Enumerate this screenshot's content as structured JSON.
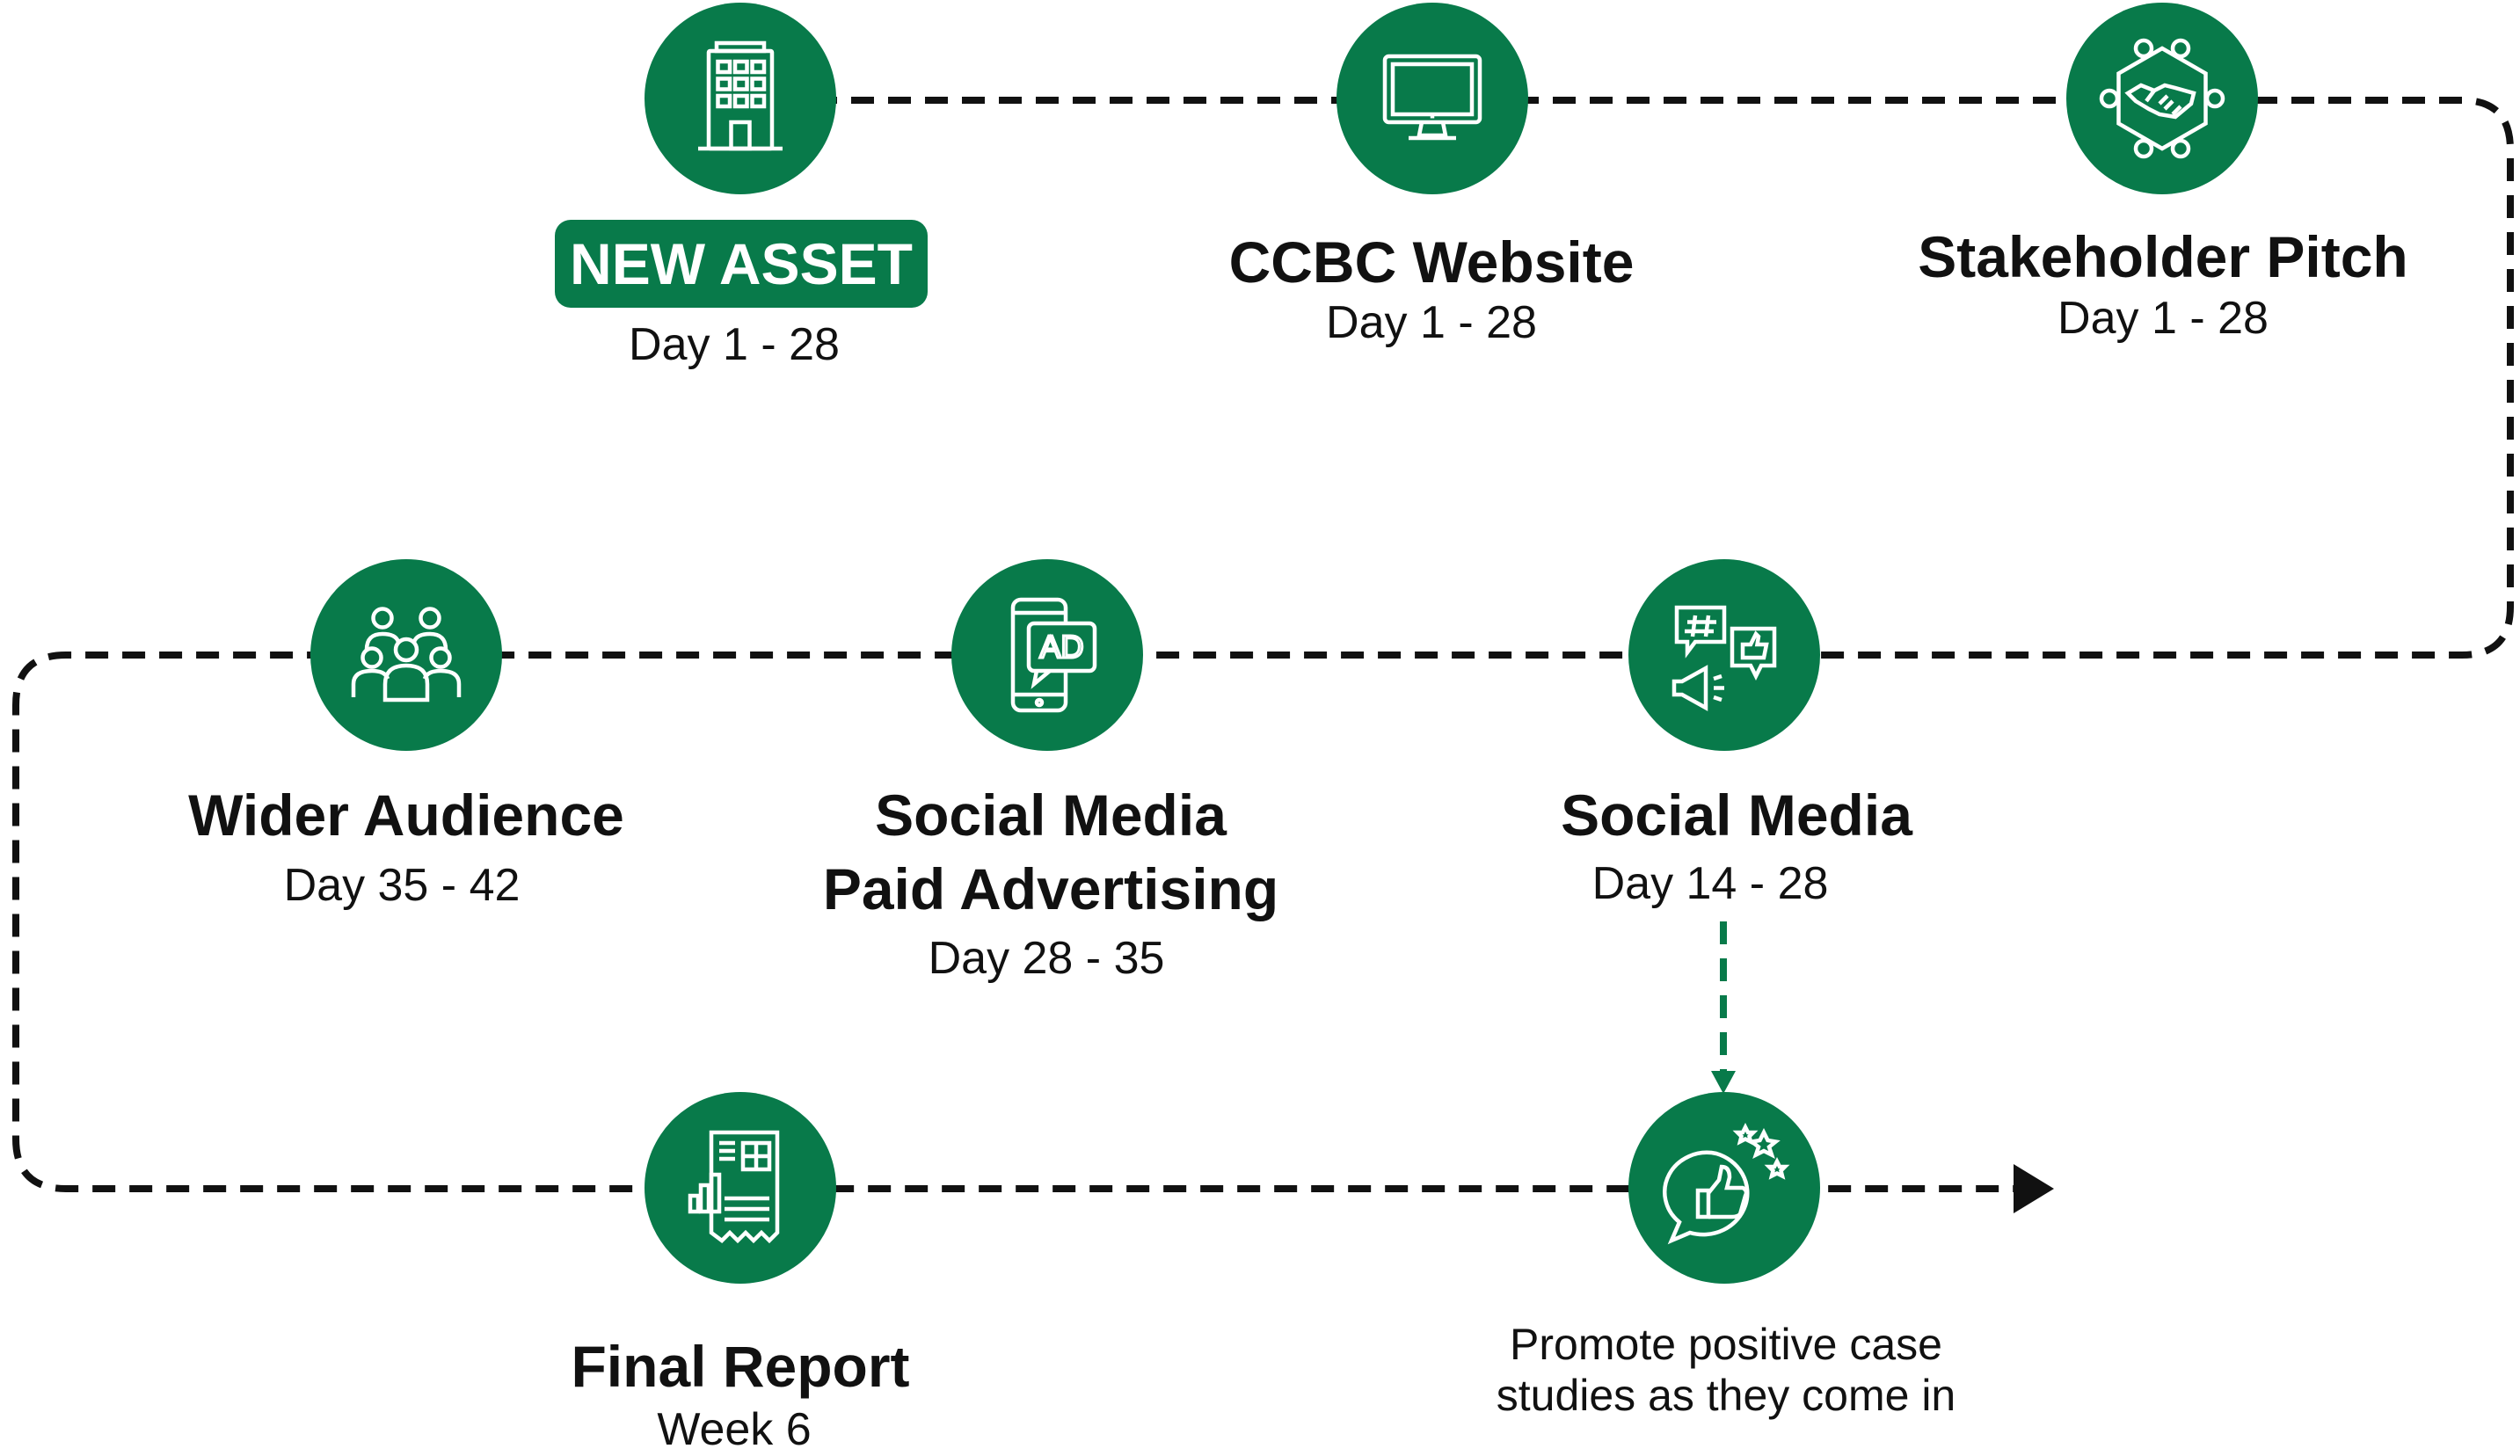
{
  "steps": [
    {
      "icon": "office-building-icon",
      "badge": "NEW ASSET",
      "timing": "Day 1 - 28"
    },
    {
      "icon": "desktop-monitor-icon",
      "title": "CCBC Website",
      "timing": "Day 1 - 28"
    },
    {
      "icon": "handshake-network-icon",
      "title": "Stakeholder Pitch",
      "timing": "Day 1 - 28"
    },
    {
      "icon": "social-media-bubbles-icon",
      "title": "Social Media",
      "timing": "Day 14 - 28"
    },
    {
      "icon": "ad-phone-icon",
      "title_line1": "Social Media",
      "title_line2": "Paid Advertising",
      "timing": "Day 28 - 35"
    },
    {
      "icon": "audience-group-icon",
      "title": "Wider Audience",
      "timing": "Day 35 - 42"
    },
    {
      "icon": "report-document-icon",
      "title": "Final Report",
      "timing": "Week 6"
    },
    {
      "icon": "thumbs-up-chat-icon",
      "note_line1": "Promote positive case",
      "note_line2": "studies as they come in"
    }
  ],
  "colors": {
    "accent": "#087a4a",
    "line": "#111111",
    "text": "#111111",
    "badge_text": "#ffffff"
  }
}
